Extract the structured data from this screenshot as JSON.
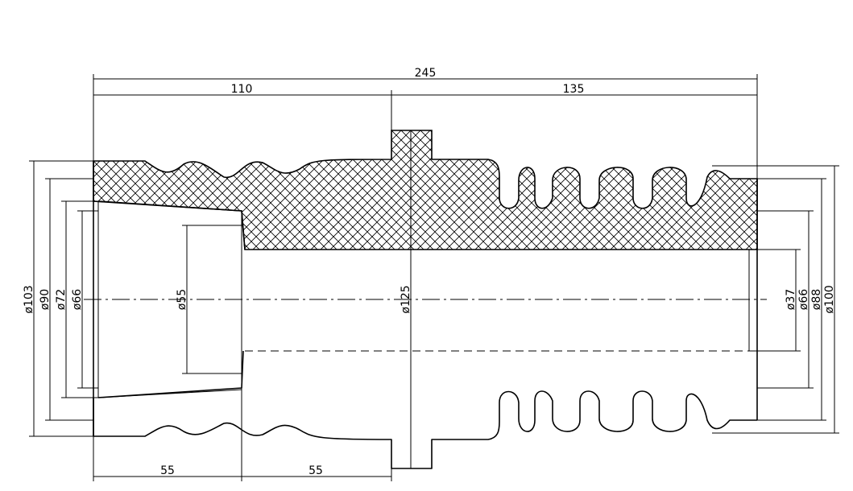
{
  "drawing": {
    "overall_length_label": "245",
    "left_length_label": "110",
    "right_length_label": "135",
    "bottom_left_label": "55",
    "bottom_right_label": "55",
    "left_diameters": [
      "ø103",
      "ø90",
      "ø72",
      "ø66"
    ],
    "bore_diameter_label": "ø55",
    "flange_diameter_label": "ø125",
    "right_diameters": [
      "ø37",
      "ø66",
      "ø88",
      "ø100"
    ]
  }
}
